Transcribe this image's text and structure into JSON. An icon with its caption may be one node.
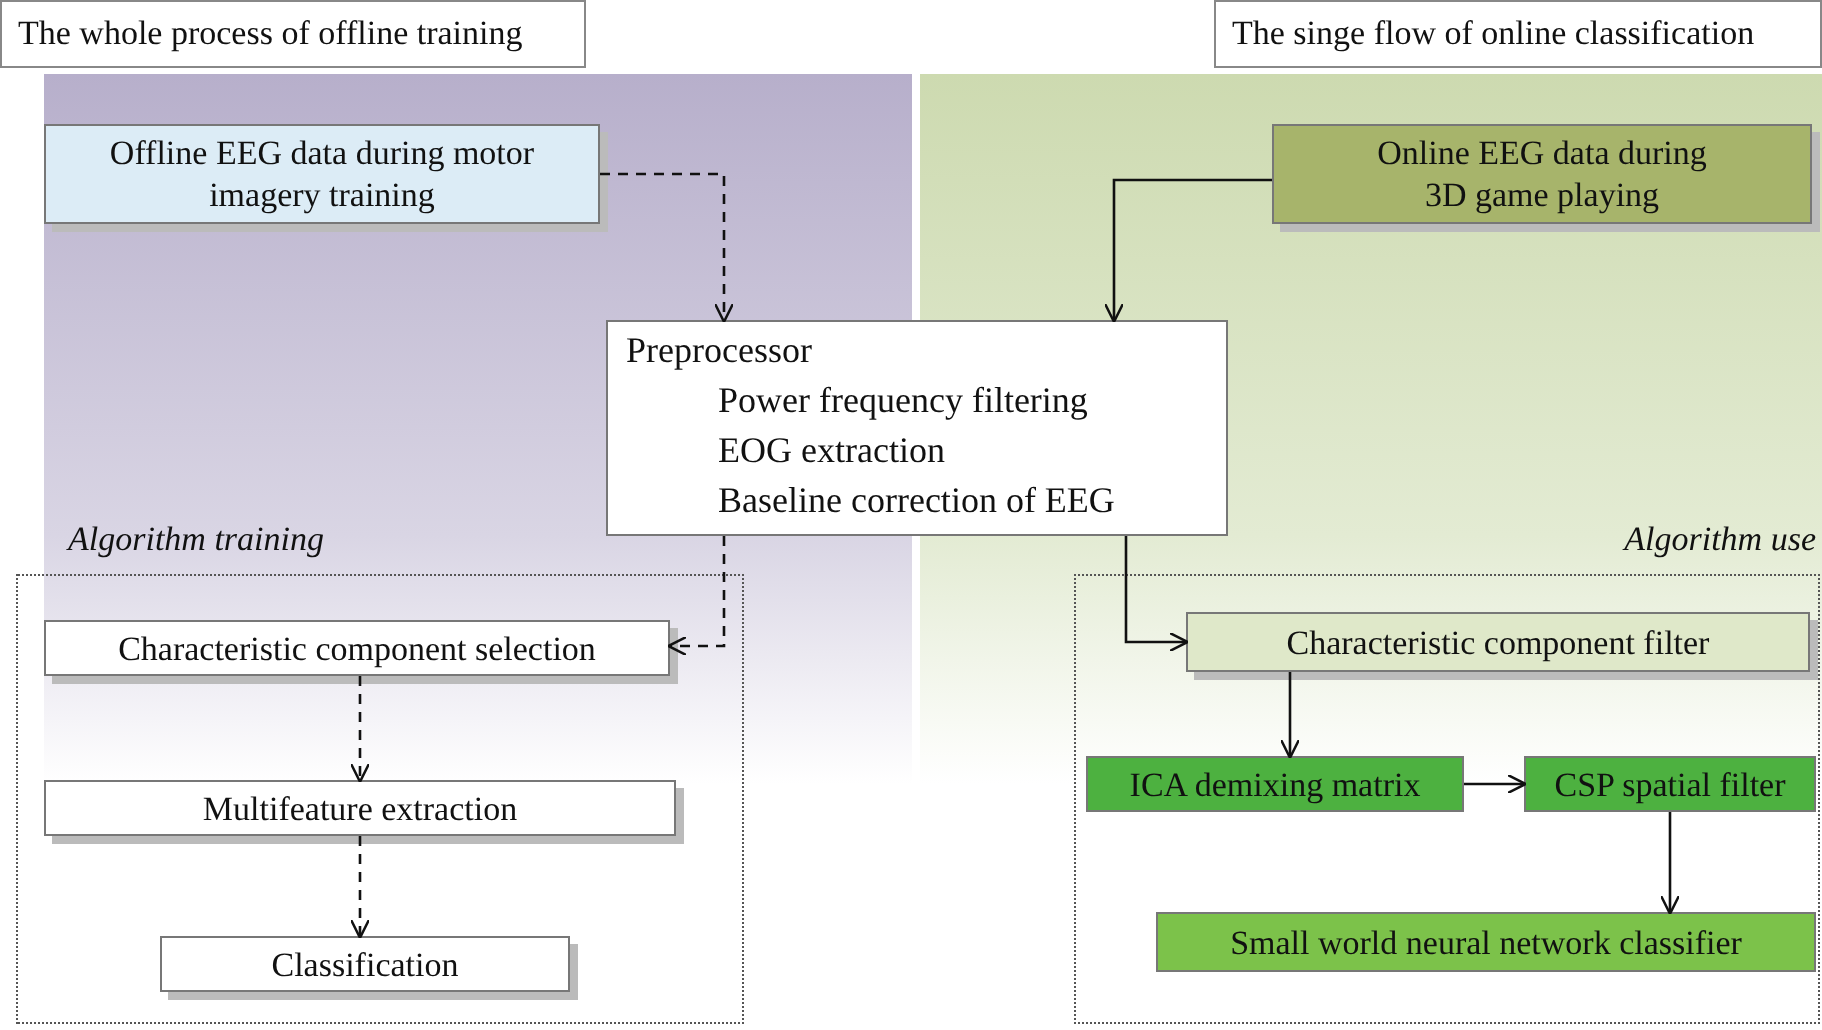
{
  "diagram": {
    "nodes": [
      {
        "text": [
          "Offline EEG data during motor imagery training"
        ]
      },
      {
        "text": [
          "Online EEG data during 3D game playing"
        ]
      },
      {
        "text": [
          "Preprocessor",
          "Power frequency filtering",
          "EOG extraction",
          "Baseline correction of EEG"
        ]
      },
      {
        "text": [
          "Characteristic component selection"
        ]
      },
      {
        "text": [
          "Multifeature extraction"
        ]
      },
      {
        "text": [
          "Classification"
        ]
      },
      {
        "text": [
          "Characteristic component filter"
        ]
      },
      {
        "text": [
          "ICA demixing matrix"
        ]
      },
      {
        "text": [
          "CSP spatial filter"
        ]
      },
      {
        "text": [
          "Small world neural network classifier"
        ]
      }
    ],
    "edges": [
      {
        "from": 0,
        "to": 2,
        "arrow": "to",
        "style": "dashed"
      },
      {
        "from": 1,
        "to": 2,
        "arrow": "to"
      },
      {
        "from": 2,
        "to": 3,
        "arrow": "to",
        "style": "dashed"
      },
      {
        "from": 3,
        "to": 4,
        "arrow": "to",
        "style": "dashed"
      },
      {
        "from": 4,
        "to": 5,
        "arrow": "to",
        "style": "dashed"
      },
      {
        "from": 2,
        "to": 6,
        "arrow": "to"
      },
      {
        "from": 6,
        "to": 7,
        "arrow": "to"
      },
      {
        "from": 7,
        "to": 8,
        "arrow": "to"
      },
      {
        "from": 8,
        "to": 9,
        "arrow": "to"
      }
    ],
    "labels": [
      "The whole process of offline training",
      "The singe flow of online classification",
      "Algorithm training",
      "Algorithm use"
    ]
  }
}
